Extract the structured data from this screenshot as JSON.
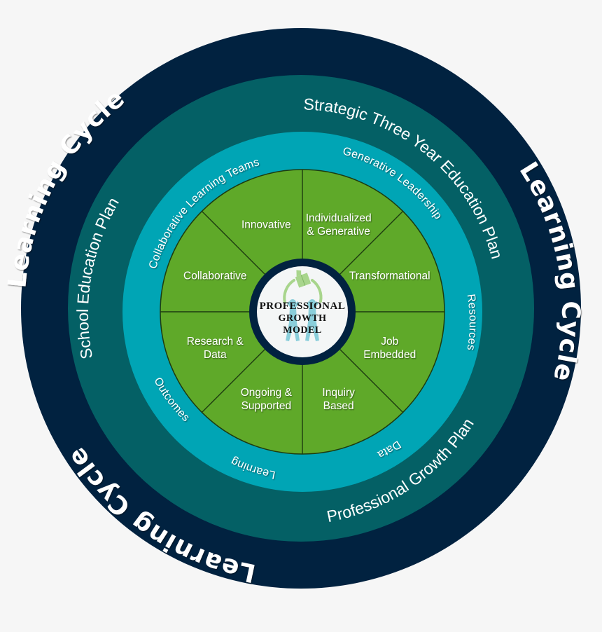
{
  "title": "Professional Growth Model",
  "colors": {
    "background": "#f6f6f6",
    "outer_ring": "#012240",
    "middle_ring": "#046065",
    "inner_ring": "#00a5b5",
    "segments": "#5fa929",
    "center_disc": "#f4f6f6",
    "icon_book": "#a8d58c",
    "icon_figures": "#7fcad8"
  },
  "center": {
    "lines": [
      "Professional",
      "Growth",
      "Model"
    ],
    "icon": "people-reaching-for-book-icon"
  },
  "outer_ring": {
    "labels": [
      "Learning Cycle",
      "Learning Cycle",
      "Learning Cycle"
    ]
  },
  "middle_ring": {
    "labels": {
      "top_right": "Strategic Three Year Education Plan",
      "bottom_right": "Professional Growth Plan",
      "left": "School Education Plan"
    }
  },
  "inner_ring": {
    "labels": {
      "top_left": "Collaborative Learning Teams",
      "top_right": "Generative Leadership",
      "right": "Resources",
      "bottom_right": "Data",
      "bottom": "Learning",
      "left": "Outcomes"
    }
  },
  "segments": [
    {
      "lines": [
        "Individualized",
        "& Generative"
      ]
    },
    {
      "lines": [
        "Transformational"
      ]
    },
    {
      "lines": [
        "Job",
        "Embedded"
      ]
    },
    {
      "lines": [
        "Inquiry",
        "Based"
      ]
    },
    {
      "lines": [
        "Ongoing &",
        "Supported"
      ]
    },
    {
      "lines": [
        "Research &",
        "Data"
      ]
    },
    {
      "lines": [
        "Collaborative"
      ]
    },
    {
      "lines": [
        "Innovative"
      ]
    }
  ]
}
